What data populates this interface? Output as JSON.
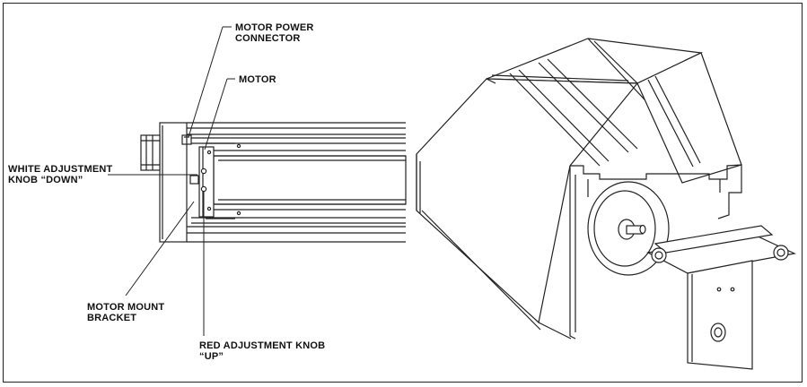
{
  "labels": {
    "motor_power_connector": [
      "MOTOR POWER",
      "CONNECTOR"
    ],
    "motor": "MOTOR",
    "white_adjustment_knob": [
      "WHITE ADJUSTMENT",
      "KNOB “DOWN”"
    ],
    "motor_mount_bracket": [
      "MOTOR MOUNT",
      "BRACKET"
    ],
    "red_adjustment_knob": [
      "RED ADJUSTMENT KNOB",
      "“UP”"
    ]
  }
}
